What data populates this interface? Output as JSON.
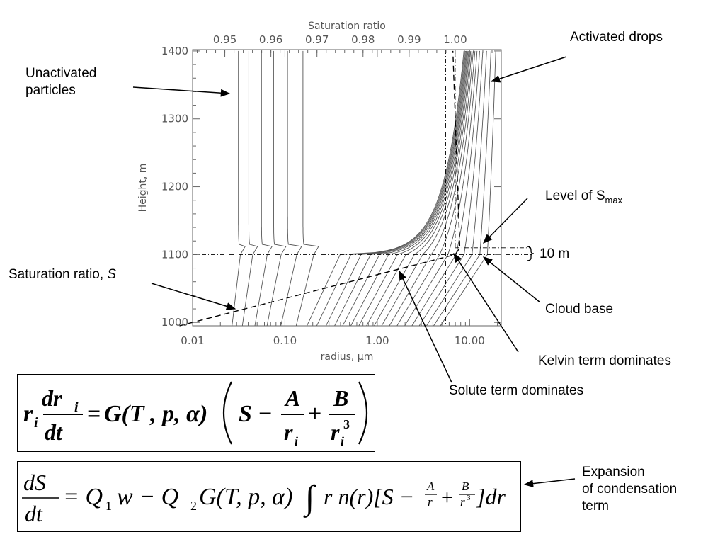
{
  "chart_data": {
    "type": "line",
    "title": "",
    "xlabel": "radius, μm",
    "x2label": "Saturation ratio",
    "ylabel": "Height, m",
    "xscale": "log",
    "xlim": [
      0.01,
      22
    ],
    "ylim": [
      995,
      1402
    ],
    "xticks": [
      0.01,
      0.1,
      1.0,
      10.0
    ],
    "xtick_labels": [
      "0.01",
      "0.10",
      "1.00",
      "10.00"
    ],
    "yticks": [
      1000,
      1100,
      1200,
      1300,
      1400
    ],
    "ytick_labels": [
      "1000",
      "1100",
      "1200",
      "1300",
      "1400"
    ],
    "x2lim": [
      0.943,
      1.01
    ],
    "x2ticks": [
      0.95,
      0.96,
      0.97,
      0.98,
      0.99,
      1.0
    ],
    "x2tick_labels": [
      "0.95",
      "0.96",
      "0.97",
      "0.98",
      "0.99",
      "1.00"
    ],
    "grid": false,
    "cloud_base_height": 1100,
    "smax_height": 1110,
    "smax_value": 1.001,
    "critical_radius": 5.5,
    "unactivated_final_radii": [
      0.027,
      0.035,
      0.048,
      0.065,
      0.092,
      0.135
    ],
    "dry_radii_at_1000m": [
      0.027,
      0.035,
      0.048,
      0.065,
      0.092,
      0.135,
      0.18,
      0.23,
      0.29,
      0.36,
      0.44,
      0.54,
      0.66,
      0.8,
      0.97,
      1.17,
      1.42,
      1.72,
      2.08,
      2.5,
      3.0,
      3.6,
      4.3,
      5.1
    ],
    "saturation_ratio_profile": {
      "heights": [
        1000,
        1100,
        1110,
        1400
      ],
      "values": [
        0.943,
        1.0,
        1.001,
        0.9995
      ]
    }
  },
  "annotations": {
    "unactivated": [
      "Unactivated",
      "particles"
    ],
    "activated": "Activated drops",
    "smax_prefix": "Level of S",
    "smax_sub": "max",
    "ten_m": "10 m",
    "cloud_base": "Cloud base",
    "kelvin": "Kelvin term dominates",
    "solute": "Solute term dominates",
    "sat_prefix": "Saturation ratio, ",
    "sat_sym": "S",
    "expansion": [
      "Expansion",
      "of condensation",
      "term"
    ]
  },
  "equations": {
    "eq1": {
      "lhs_r": "r",
      "lhs_sub": "i",
      "num": "dr",
      "num_sub": "i",
      "den": "dt",
      "eq": "=",
      "G": "G(T , p, α)",
      "S": "S",
      "minus": "−",
      "plus": "+",
      "A": "A",
      "B": "B",
      "r": "r",
      "i": "i",
      "three": "3"
    },
    "eq2": {
      "num": "dS",
      "den": "dt",
      "rhs1": "= Q",
      "one": "1",
      "w": "w − Q",
      "two": "2",
      "G": "G(T,  p, α)",
      "int": "∫",
      "rn": "r n(r)[S −",
      "A": "A",
      "r": "r",
      "plus": "+",
      "B": "B",
      "r3": "r",
      "three": "3",
      "tail": "]dr"
    }
  }
}
